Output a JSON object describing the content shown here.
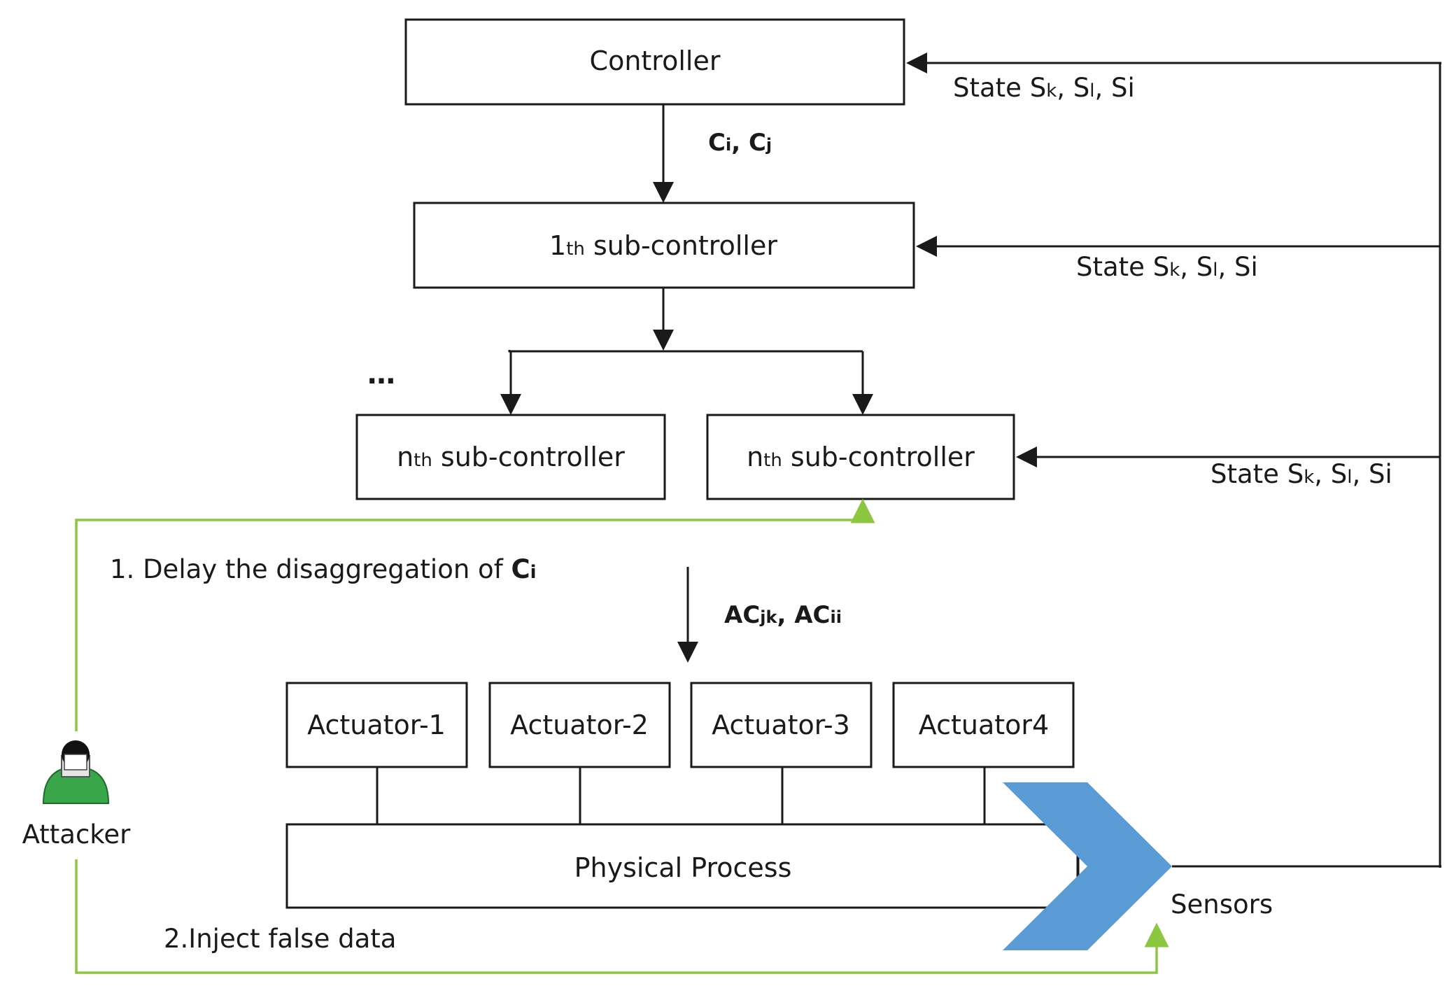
{
  "boxes": {
    "controller": "Controller",
    "sub1": {
      "n": "1",
      "sup": "th",
      "rest": " sub-controller"
    },
    "subn_left": {
      "n": "n",
      "sup": "th",
      "rest": " sub-controller"
    },
    "subn_right": {
      "n": "n",
      "sup": "th",
      "rest": " sub-controller"
    },
    "actuators": [
      "Actuator-1",
      "Actuator-2",
      "Actuator-3",
      "Actuator4"
    ],
    "physical_process": "Physical Process"
  },
  "labels": {
    "ci_cj": {
      "a": "C",
      "a_sub": "i",
      "sep": ", ",
      "b": "C",
      "b_sub": "j"
    },
    "acjk_acii": {
      "a": "AC",
      "a_sub": "jk",
      "sep": ", ",
      "b": "AC",
      "b_sub": "ii"
    },
    "ellipsis": "…",
    "state": {
      "prefix": "State S",
      "k": "k",
      "sep1": ", S",
      "l": "l",
      "sep2": ", Si"
    },
    "step1": {
      "text": "1. Delay the disaggregation of ",
      "c": "C",
      "c_sub": "i"
    },
    "step2": "2.Inject false data",
    "attacker": "Attacker",
    "sensors": "Sensors"
  },
  "colors": {
    "attack_path": "#8dc63f",
    "sensor_chevron": "#5b9bd5",
    "attacker_body": "#3aa64a",
    "lines": "#1a1a1a"
  },
  "icons": {
    "attacker": "attacker-person-icon",
    "sensors": "chevron-sensor-icon"
  }
}
